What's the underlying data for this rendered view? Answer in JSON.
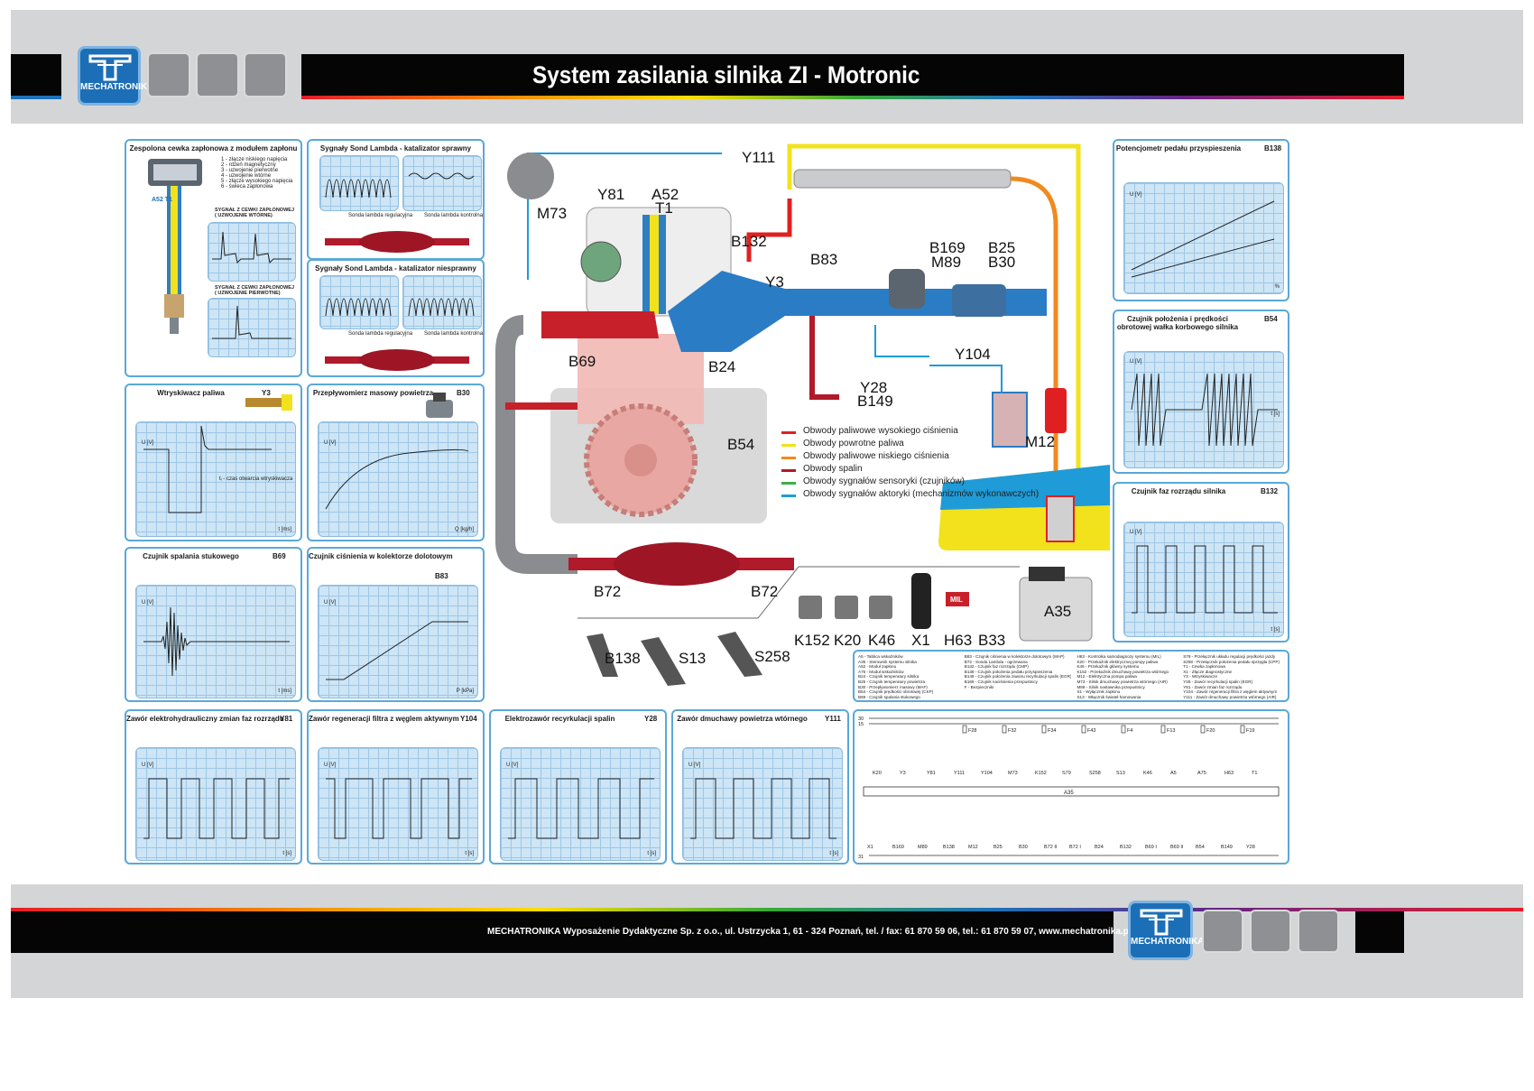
{
  "header": {
    "title": "System zasilania silnika ZI - Motronic",
    "logo_text": "MECHATRONIKA"
  },
  "footer": {
    "address": "MECHATRONIKA Wyposażenie Dydaktyczne Sp. z o.o., ul. Ustrzycka 1, 61 - 324 Poznań, tel. / fax: 61 870 59 06, tel.: 61 870 59 07, www.mechatronika.pl",
    "logo_text": "MECHATRONIKA"
  },
  "panels": {
    "coil": {
      "title": "Zespolona cewka zapłonowa z modułem zapłonu",
      "tag": "A52 T1",
      "items": [
        "1 - złącze niskiego napięcia",
        "2 - rdzeń magnetyczny",
        "3 - uzwojenie pierwotne",
        "4 - uzwojenie wtórne",
        "5 - złącze wysokiego napięcia",
        "6 - świeca zapłonowa"
      ],
      "sig_secondary": "SYGNAŁ Z CEWKI ZAPŁONOWEJ ( UZWOJENIE WTÓRNE)",
      "sig_primary": "SYGNAŁ Z CEWKI ZAPŁONOWEJ ( UZWOJENIE PIERWOTNE)"
    },
    "lambda_ok": {
      "title": "Sygnały Sond Lambda - katalizator sprawny",
      "sensor_a": "Sonda lambda regulacyjna",
      "sensor_b": "Sonda lambda kontrolna"
    },
    "lambda_bad": {
      "title": "Sygnały Sond Lambda - katalizator niesprawny",
      "sensor_a": "Sonda lambda regulacyjna",
      "sensor_b": "Sonda lambda kontrolna"
    },
    "injector": {
      "title": "Wtryskiwacz paliwa",
      "tag": "Y3",
      "ylabel": "U [V]",
      "xlabel": "t [ms]",
      "note": "tᵢ - czas otwarcia wtryskiwacza"
    },
    "maf": {
      "title": "Przepływomierz masowy powietrza",
      "tag": "B30",
      "ylabel": "U [V]",
      "xlabel": "Q [kg/h]"
    },
    "knock": {
      "title": "Czujnik spalania stukowego",
      "tag": "B69",
      "ylabel": "U [V]",
      "xlabel": "t [ms]"
    },
    "map": {
      "title": "Czujnik ciśnienia w kolektorze dolotowym",
      "tag": "B83",
      "ylabel": "U [V]",
      "xlabel": "P [kPa]"
    },
    "pedal": {
      "title": "Potencjometr pedału przyspieszenia",
      "tag": "B138",
      "ylabel": "U [V]",
      "xlabel": "%"
    },
    "crank": {
      "title": "Czujnik położenia i prędkości obrotowej wałka korbowego silnika",
      "tag": "B54",
      "ylabel": "U [V]",
      "xlabel": "t [s]"
    },
    "cam": {
      "title": "Czujnik faz rozrządu silnika",
      "tag": "B132",
      "ylabel": "U [V]",
      "xlabel": "t [s]"
    },
    "y81": {
      "title": "Zawór elektrohydrauliczny zmian faz rozrządu",
      "tag": "Y81",
      "ylabel": "U [V]",
      "xlabel": "t [s]"
    },
    "y104": {
      "title": "Zawór regeneracji filtra z węglem aktywnym",
      "tag": "Y104",
      "ylabel": "U [V]",
      "xlabel": "t [s]"
    },
    "y28": {
      "title": "Elektrozawór recyrkulacji spalin",
      "tag": "Y28",
      "ylabel": "U [V]",
      "xlabel": "t [s]"
    },
    "y111": {
      "title": "Zawór dmuchawy powietrza wtórnego",
      "tag": "Y111",
      "ylabel": "U [V]",
      "xlabel": "t [s]"
    }
  },
  "diagram": {
    "labels": {
      "y111": "Y111",
      "m73": "M73",
      "y81": "Y81",
      "a52": "A52",
      "t1": "T1",
      "b132": "B132",
      "y3": "Y3",
      "b83": "B83",
      "b169": "B169",
      "m89": "M89",
      "b25": "B25",
      "b30": "B30",
      "y104": "Y104",
      "y28": "Y28",
      "b149": "B149",
      "b69": "B69",
      "b24": "B24",
      "b54": "B54",
      "m12": "M12",
      "b72a": "B72",
      "b72b": "B72",
      "b138": "B138",
      "s13": "S13",
      "s258": "S258",
      "k152": "K152",
      "k20": "K20",
      "k46": "K46",
      "x1": "X1",
      "h63": "H63",
      "b33": "B33",
      "a35": "A35",
      "mil": "MIL"
    },
    "legend": [
      {
        "text": "Obwody paliwowe wysokiego ciśnienia",
        "color": "#e02020"
      },
      {
        "text": "Obwody powrotne paliwa",
        "color": "#f2e21b"
      },
      {
        "text": "Obwody paliwowe niskiego ciśnienia",
        "color": "#f08a1e"
      },
      {
        "text": "Obwody spalin",
        "color": "#b01a2a"
      },
      {
        "text": "Obwody sygnałów sensoryki (czujników)",
        "color": "#3fae49"
      },
      {
        "text": "Obwody sygnałów aktoryki (mechanizmów wykonawczych)",
        "color": "#1f9bd7"
      }
    ]
  },
  "component_list": [
    [
      "A5 - Tablica wskaźników",
      "A35 - Sterownik systemu silnika",
      "A52 - Moduł zapłonu",
      "A75 - Moduł wskaźników",
      "B24 - Czujnik temperatury silnika",
      "B25 - Czujnik temperatury powietrza",
      "B30 - Przepływomierz masowy (MAF)",
      "B54 - Czujnik prędkości obrotowej (CKP)",
      "B69 - Czujnik spalania stukowego"
    ],
    [
      "B83 - Czujnik ciśnienia w kolektorze dolotowym (MAP)",
      "B72 - Sonda Lambda - ogrzewana",
      "B132 - Czujnik faz rozrządu (CMP)",
      "B138 - Czujnik położenia pedału przyspieszenia",
      "B149 - Czujnik położenia zaworu recyrkulacji spalin (EGR)",
      "B169 - Czujnik naciśnienia przepustnicy",
      "F - Bezpieczniki"
    ],
    [
      "H63 - Kontrolka samodiagnozy systemu (MIL)",
      "K20 - Przekaźnik elektrycznej pompy paliwa",
      "K46 - Przekaźnik główny systemu",
      "K152 - Przekaźnik dmuchawy powietrza wtórnego",
      "M12 - Elektryczna pompa paliwa",
      "M73 - Silnik dmuchawy powietrza wtórnego (AIR)",
      "M89 - Silnik nastawnika przepustnicy",
      "S1 - Wyłącznik zapłonu",
      "S13 - Włącznik świateł hamowania"
    ],
    [
      "S79 - Przełącznik układu regulacji prędkości jazdy",
      "S258 - Przełącznik położenia pedału sprzęgła (CPP)",
      "T1 - Cewka zapłonowa",
      "X1 - Złącze diagnostyczne",
      "Y3 - Wtryskiwacze",
      "Y28 - Zawór recyrkulacji spalin (EGR)",
      "Y81 - Zawór zmian faz rozrządu",
      "Y104 - Zawór regeneracji filtra z węglem aktywnym",
      "Y111 - Zawór dmuchawy powietrza wtórnego (AIR)"
    ]
  ],
  "wiring": {
    "fuses": [
      "F28",
      "F32",
      "F34",
      "F43",
      "F4",
      "F13",
      "F20",
      "F19"
    ],
    "top_labels": [
      "K20",
      "Y3",
      "Y81",
      "Y111",
      "Y104",
      "M73",
      "K152",
      "S79",
      "S258",
      "S13",
      "K46",
      "A5",
      "A75",
      "H63",
      "T1"
    ],
    "ecu": "A35",
    "bottom_labels": [
      "X1",
      "B169",
      "M89",
      "B138",
      "M12",
      "B25",
      "B30",
      "B72 II",
      "B72 I",
      "B24",
      "B132",
      "B69 I",
      "B69 II",
      "B54",
      "B149",
      "Y28"
    ],
    "rails": [
      "30",
      "15",
      "31"
    ]
  },
  "colors": {
    "panel_border": "#5aa8d8",
    "plot_bg": "#cde5f5",
    "intake": "#2a7cc4",
    "fuel_high": "#e02020",
    "fuel_return": "#f2e21b",
    "fuel_low": "#f08a1e",
    "exhaust": "#b01a2a"
  }
}
